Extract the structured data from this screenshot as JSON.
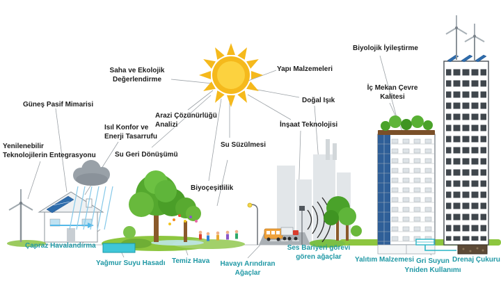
{
  "labels": {
    "solar_passive": "Güneş Pasif Mimarisi",
    "site_ecological_assessment": "Saha ve Ekolojik\nDeğerlendirme",
    "building_materials": "Yapı Malzemeleri",
    "biological_improvement": "Biyolojik İyileştirme",
    "indoor_environment_quality": "İç Mekan Çevre\nKalitesi",
    "natural_light": "Doğal Işık",
    "construction_technology": "İnşaat Teknolojisi",
    "land_resolution_analysis": "Arazi Çözünürlüğü\nAnalizi",
    "thermal_comfort_energy": "Isıl Konfor ve\nEnerji Tasarrufu",
    "water_recycling": "Su Geri Dönüşümü",
    "water_filtration": "Su Süzülmesi",
    "renewable_tech_integration": "Yenilenebilir\nTeknolojilerin Entegrasyonu",
    "biodiversity": "Biyoçeşitlilik",
    "cross_ventilation": "Çapraz Havalandırma",
    "rainwater_harvesting": "Yağmur Suyu Hasadı",
    "clean_air": "Temiz Hava",
    "air_purifying_trees": "Havayı Arındıran\nAğaçlar",
    "sound_barrier_trees": "Ses Bariyeri görevi\ngören ağaçlar",
    "insulation_material": "Yalıtım Malzemesi",
    "grey_water_reuse": "Gri Suyun\nYniden Kullanımı",
    "drainage_pit": "Drenaj Çukuru"
  },
  "colors": {
    "label_black": "#1c1c1c",
    "label_teal": "#1f98a5",
    "sun_yellow": "#f5b91c",
    "grass_green": "#8dc63f",
    "water_teal": "#3fc6d8",
    "solar_panel_blue": "#2e6cab"
  }
}
